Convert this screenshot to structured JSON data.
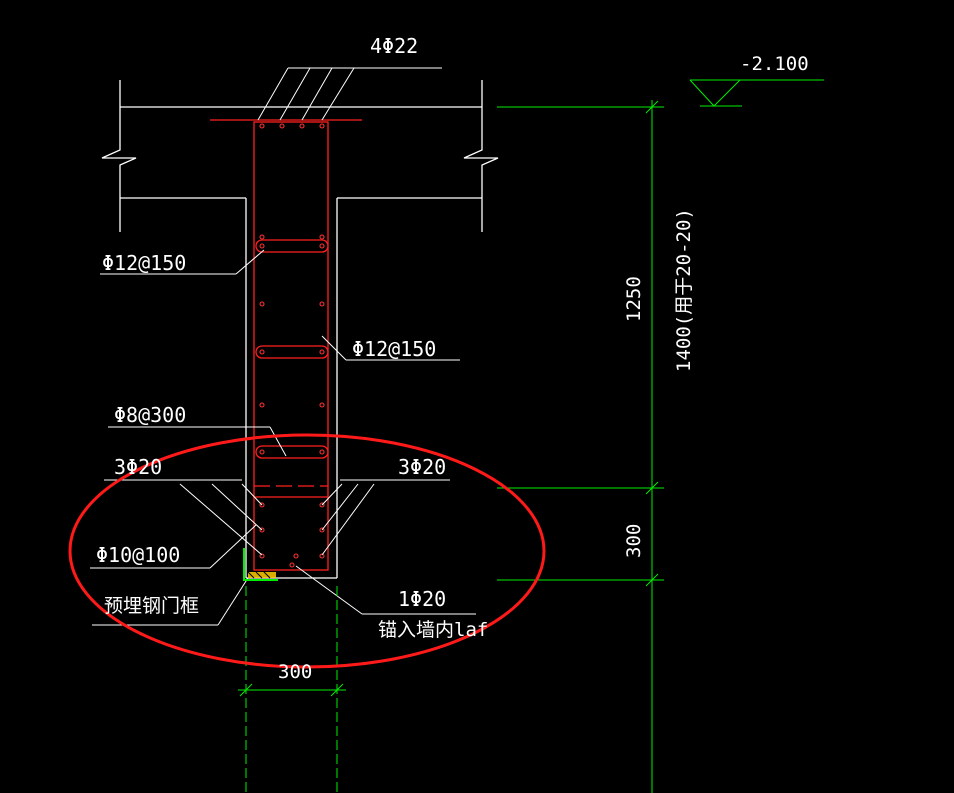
{
  "drawing": {
    "elevation_label": "-2.100",
    "top_bars_label": "4Φ22",
    "stirrup_left_label": "Φ12@150",
    "stirrup_right_label": "Φ12@150",
    "tie_label": "Φ8@300",
    "bars_left_label": "3Φ20",
    "bars_right_label": "3Φ20",
    "bottom_stirrup_label": "Φ10@100",
    "door_frame_label": "预埋钢门框",
    "bottom_bar_label": "1Φ20",
    "anchor_note": "锚入墙内laf",
    "dim_width": "300",
    "dim_upper": "1250",
    "dim_total": "1400(用于20-20)",
    "dim_lower": "300"
  },
  "colors": {
    "background": "#000000",
    "outline": "#ffffff",
    "rebar": "#ff2020",
    "dimension": "#00ee00",
    "highlight_ellipse": "#ff1a1a",
    "text": "#ffffff"
  }
}
